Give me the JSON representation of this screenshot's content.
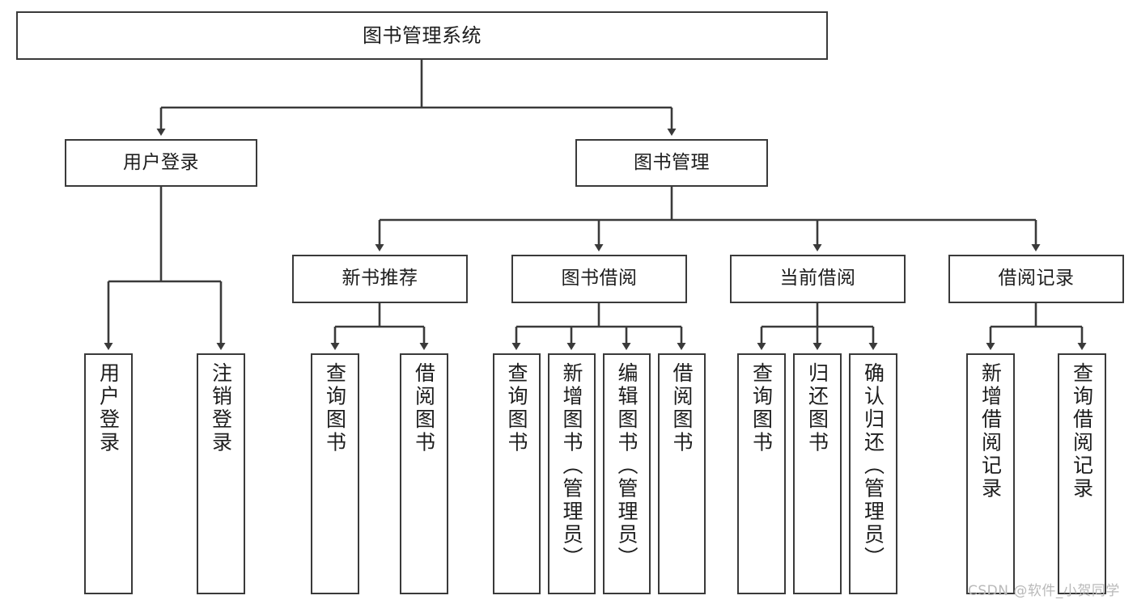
{
  "diagram": {
    "title": "图书管理系统",
    "type": "tree-hierarchy-flowchart",
    "root": {
      "label": "图书管理系统"
    },
    "level2": [
      {
        "label": "用户登录"
      },
      {
        "label": "图书管理"
      }
    ],
    "level3": [
      {
        "label": "新书推荐"
      },
      {
        "label": "图书借阅"
      },
      {
        "label": "当前借阅"
      },
      {
        "label": "借阅记录"
      }
    ],
    "leaves": {
      "user_login": [
        {
          "label": "用户登录"
        },
        {
          "label": "注销登录"
        }
      ],
      "new_book_recommend": [
        {
          "label": "查询图书"
        },
        {
          "label": "借阅图书"
        }
      ],
      "book_borrow": [
        {
          "label": "查询图书"
        },
        {
          "label": "新增图书（管理员）"
        },
        {
          "label": "编辑图书（管理员）"
        },
        {
          "label": "借阅图书"
        }
      ],
      "current_borrow": [
        {
          "label": "查询图书"
        },
        {
          "label": "归还图书"
        },
        {
          "label": "确认归还（管理员）"
        }
      ],
      "borrow_record": [
        {
          "label": "新增借阅记录"
        },
        {
          "label": "查询借阅记录"
        }
      ]
    }
  },
  "watermark": {
    "text": "CSDN @软件_小贺同学"
  },
  "colors": {
    "box_border": "#3a3a3a",
    "box_fill": "#ffffff",
    "line": "#3a3a3a",
    "text": "#1d1d1d",
    "watermark": "#b9b9b9",
    "background": "#ffffff"
  }
}
